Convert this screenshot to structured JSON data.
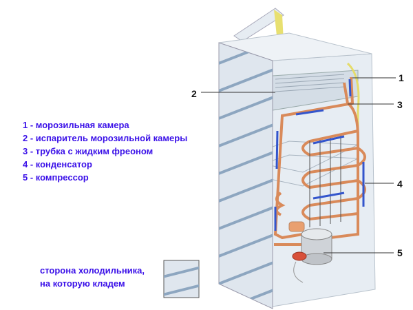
{
  "legend": {
    "items": [
      "1 - морозильная камера",
      "2 - испаритель морозильной камеры",
      "3 - трубка с жидким фреоном",
      "4 - конденсатор",
      "5 - компрессор"
    ]
  },
  "callouts": [
    "1",
    "2",
    "3",
    "4",
    "5"
  ],
  "note": {
    "line1": "сторона холодильника,",
    "line2": "на которую кладем"
  },
  "colors": {
    "text": "#3a10e8",
    "tube": "#d98a5a",
    "arrow": "#3355cc",
    "panel": "#dfe6ee",
    "stripe": "#8da6c0"
  }
}
